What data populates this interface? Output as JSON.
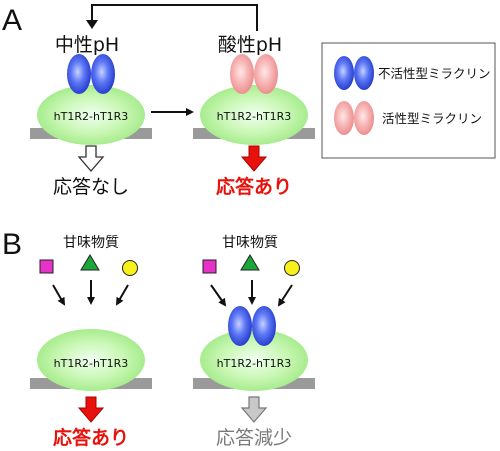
{
  "panel_a": {
    "letter": "A",
    "neutral_ph": "中性pH",
    "acidic_ph": "酸性pH",
    "receptor_label": "hT1R2-hT1R3",
    "response_none": "応答なし",
    "response_active": "応答あり"
  },
  "legend": {
    "inactive": "不活性型ミラクリン",
    "active": "活性型ミラクリン"
  },
  "panel_b": {
    "letter": "B",
    "sweet_substance": "甘味物質",
    "receptor_label": "hT1R2-hT1R3",
    "response_active": "応答あり",
    "response_reduced": "応答減少"
  },
  "colors": {
    "receptor_green": "#bff5a6",
    "inactive_blue": "#3b5bf0",
    "active_pink": "#f4a3a3",
    "response_red": "#e8120c",
    "reduced_gray": "#7a7a7a",
    "square_magenta": "#e532c8",
    "triangle_green": "#1aa83a",
    "circle_yellow": "#f7f01a"
  }
}
